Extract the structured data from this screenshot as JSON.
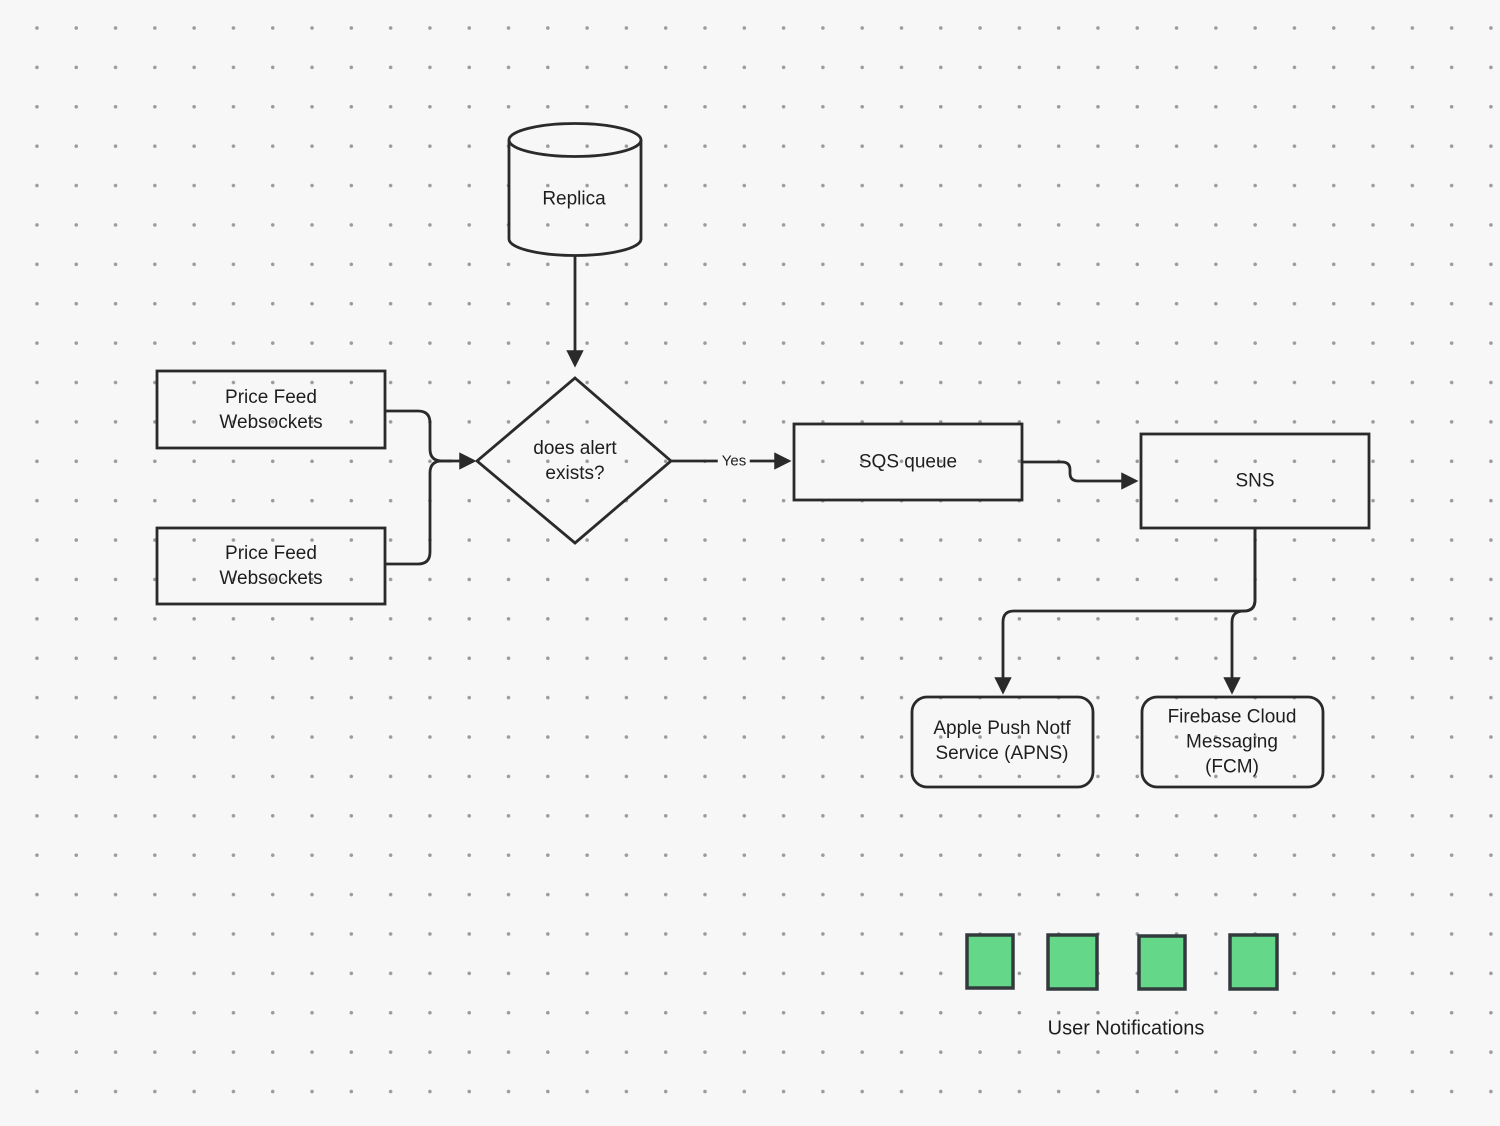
{
  "colors": {
    "background": "#f7f7f8",
    "grid_dot": "#9b9b9b",
    "stroke": "#2a2a2a",
    "text": "#1e1e1e",
    "notification_square_fill": "#64d789",
    "notification_square_border": "#333a3e"
  },
  "nodes": {
    "replica": {
      "label": "Replica",
      "shape": "cylinder"
    },
    "price_feed_1": {
      "label": "Price Feed\nWebsockets",
      "shape": "rectangle"
    },
    "price_feed_2": {
      "label": "Price Feed\nWebsockets",
      "shape": "rectangle"
    },
    "decision": {
      "label": "does alert\nexists?",
      "shape": "diamond"
    },
    "sqs_queue": {
      "label": "SQS queue",
      "shape": "rectangle"
    },
    "sns": {
      "label": "SNS",
      "shape": "rectangle"
    },
    "apns": {
      "label": "Apple Push Notf\nService (APNS)",
      "shape": "rounded-rectangle"
    },
    "fcm": {
      "label": "Firebase Cloud\nMessaging\n(FCM)",
      "shape": "rounded-rectangle"
    }
  },
  "edges": {
    "decision_to_sqs_label": "Yes"
  },
  "user_notifications": {
    "label": "User Notifications",
    "square_count": 4
  }
}
